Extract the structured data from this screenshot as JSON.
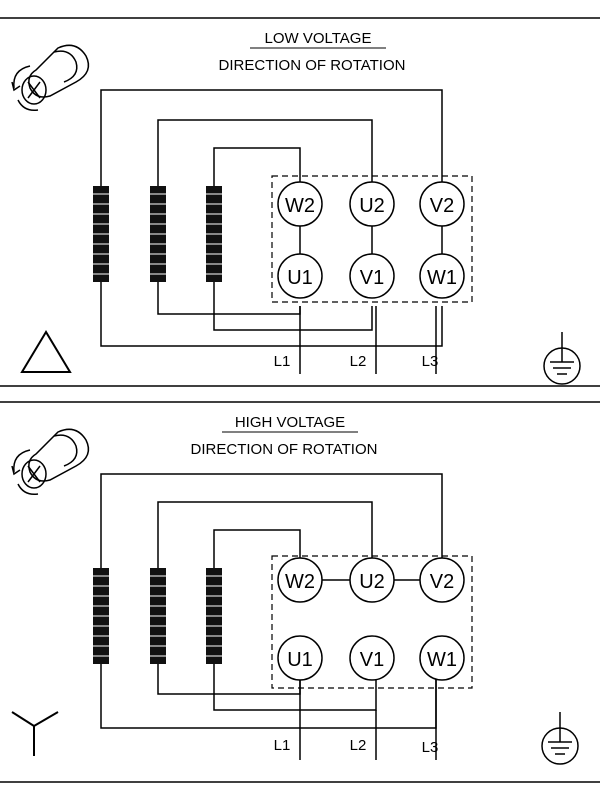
{
  "panels": [
    {
      "title": "LOW VOLTAGE",
      "subtitle": "DIRECTION OF ROTATION",
      "connection_symbol": "delta-symbol",
      "terminals_top": [
        "W2",
        "U2",
        "V2"
      ],
      "terminals_bottom": [
        "U1",
        "V1",
        "W1"
      ],
      "lines": [
        "L1",
        "L2",
        "L3"
      ]
    },
    {
      "title": "HIGH VOLTAGE",
      "subtitle": "DIRECTION OF ROTATION",
      "connection_symbol": "star-symbol",
      "terminals_top": [
        "W2",
        "U2",
        "V2"
      ],
      "terminals_bottom": [
        "U1",
        "V1",
        "W1"
      ],
      "lines": [
        "L1",
        "L2",
        "L3"
      ]
    }
  ],
  "icons": [
    "rotation-motor-icon",
    "ground-icon"
  ]
}
